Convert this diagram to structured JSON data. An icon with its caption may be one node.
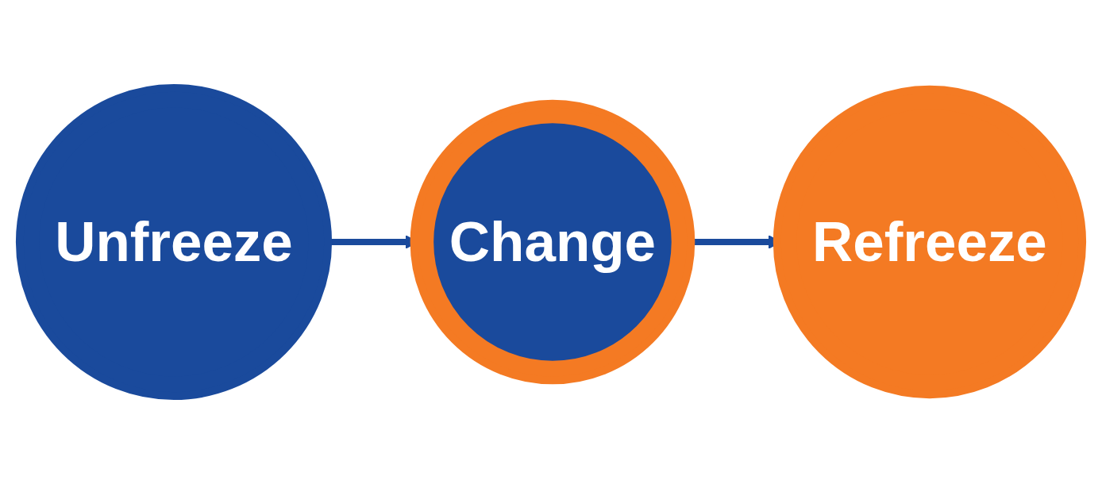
{
  "diagram": {
    "nodes": [
      {
        "text": [
          "Unfreeze"
        ]
      },
      {
        "text": [
          "Change"
        ]
      },
      {
        "text": [
          "Refreeze"
        ]
      }
    ],
    "edges": [
      {
        "from": 0,
        "to": 1,
        "arrow": "to"
      },
      {
        "from": 1,
        "to": 2,
        "arrow": "to"
      }
    ]
  }
}
